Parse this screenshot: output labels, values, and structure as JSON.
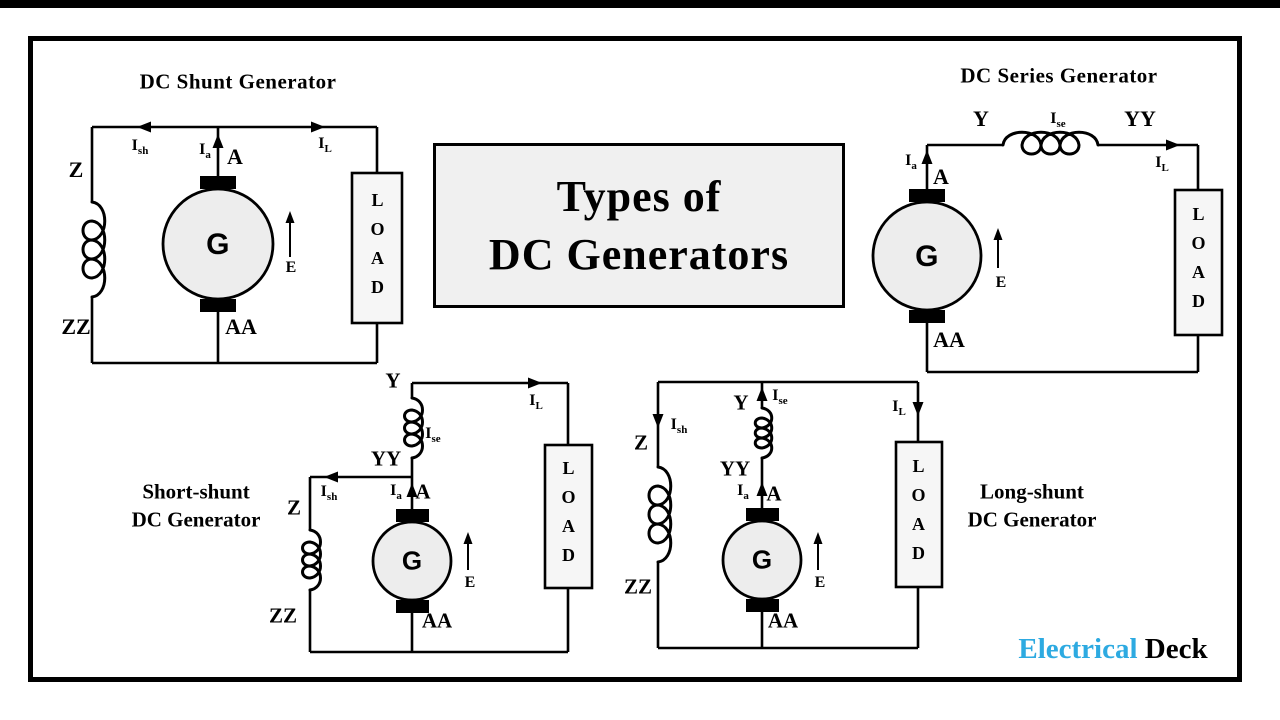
{
  "title_box": {
    "line1": "Types of",
    "line2": "DC Generators"
  },
  "watermark": {
    "brand_primary": "Electrical",
    "brand_secondary": "Deck",
    "primary_color": "#2daae1",
    "secondary_color": "#000000"
  },
  "diagrams": {
    "shunt": {
      "title": "DC Shunt Generator",
      "generator_label": "G",
      "load_label": "LOAD",
      "emf_label": "E",
      "terminals": {
        "a": "A",
        "aa": "AA",
        "z": "Z",
        "zz": "ZZ"
      },
      "currents": {
        "ish": {
          "base": "I",
          "sub": "sh"
        },
        "ia": {
          "base": "I",
          "sub": "a"
        },
        "il": {
          "base": "I",
          "sub": "L"
        }
      }
    },
    "series": {
      "title": "DC Series Generator",
      "generator_label": "G",
      "load_label": "LOAD",
      "emf_label": "E",
      "terminals": {
        "a": "A",
        "aa": "AA",
        "y": "Y",
        "yy": "YY"
      },
      "currents": {
        "ia": {
          "base": "I",
          "sub": "a"
        },
        "ise": {
          "base": "I",
          "sub": "se"
        },
        "il": {
          "base": "I",
          "sub": "L"
        }
      }
    },
    "short_shunt": {
      "title_line1": "Short-shunt",
      "title_line2": "DC Generator",
      "generator_label": "G",
      "load_label": "LOAD",
      "emf_label": "E",
      "terminals": {
        "a": "A",
        "aa": "AA",
        "y": "Y",
        "yy": "YY",
        "z": "Z",
        "zz": "ZZ"
      },
      "currents": {
        "ish": {
          "base": "I",
          "sub": "sh"
        },
        "ia": {
          "base": "I",
          "sub": "a"
        },
        "ise": {
          "base": "I",
          "sub": "se"
        },
        "il": {
          "base": "I",
          "sub": "L"
        }
      }
    },
    "long_shunt": {
      "title_line1": "Long-shunt",
      "title_line2": "DC Generator",
      "generator_label": "G",
      "load_label": "LOAD",
      "emf_label": "E",
      "terminals": {
        "a": "A",
        "aa": "AA",
        "y": "Y",
        "yy": "YY",
        "z": "Z",
        "zz": "ZZ"
      },
      "currents": {
        "ish": {
          "base": "I",
          "sub": "sh"
        },
        "ia": {
          "base": "I",
          "sub": "a"
        },
        "ise": {
          "base": "I",
          "sub": "se"
        },
        "il": {
          "base": "I",
          "sub": "L"
        }
      }
    }
  }
}
